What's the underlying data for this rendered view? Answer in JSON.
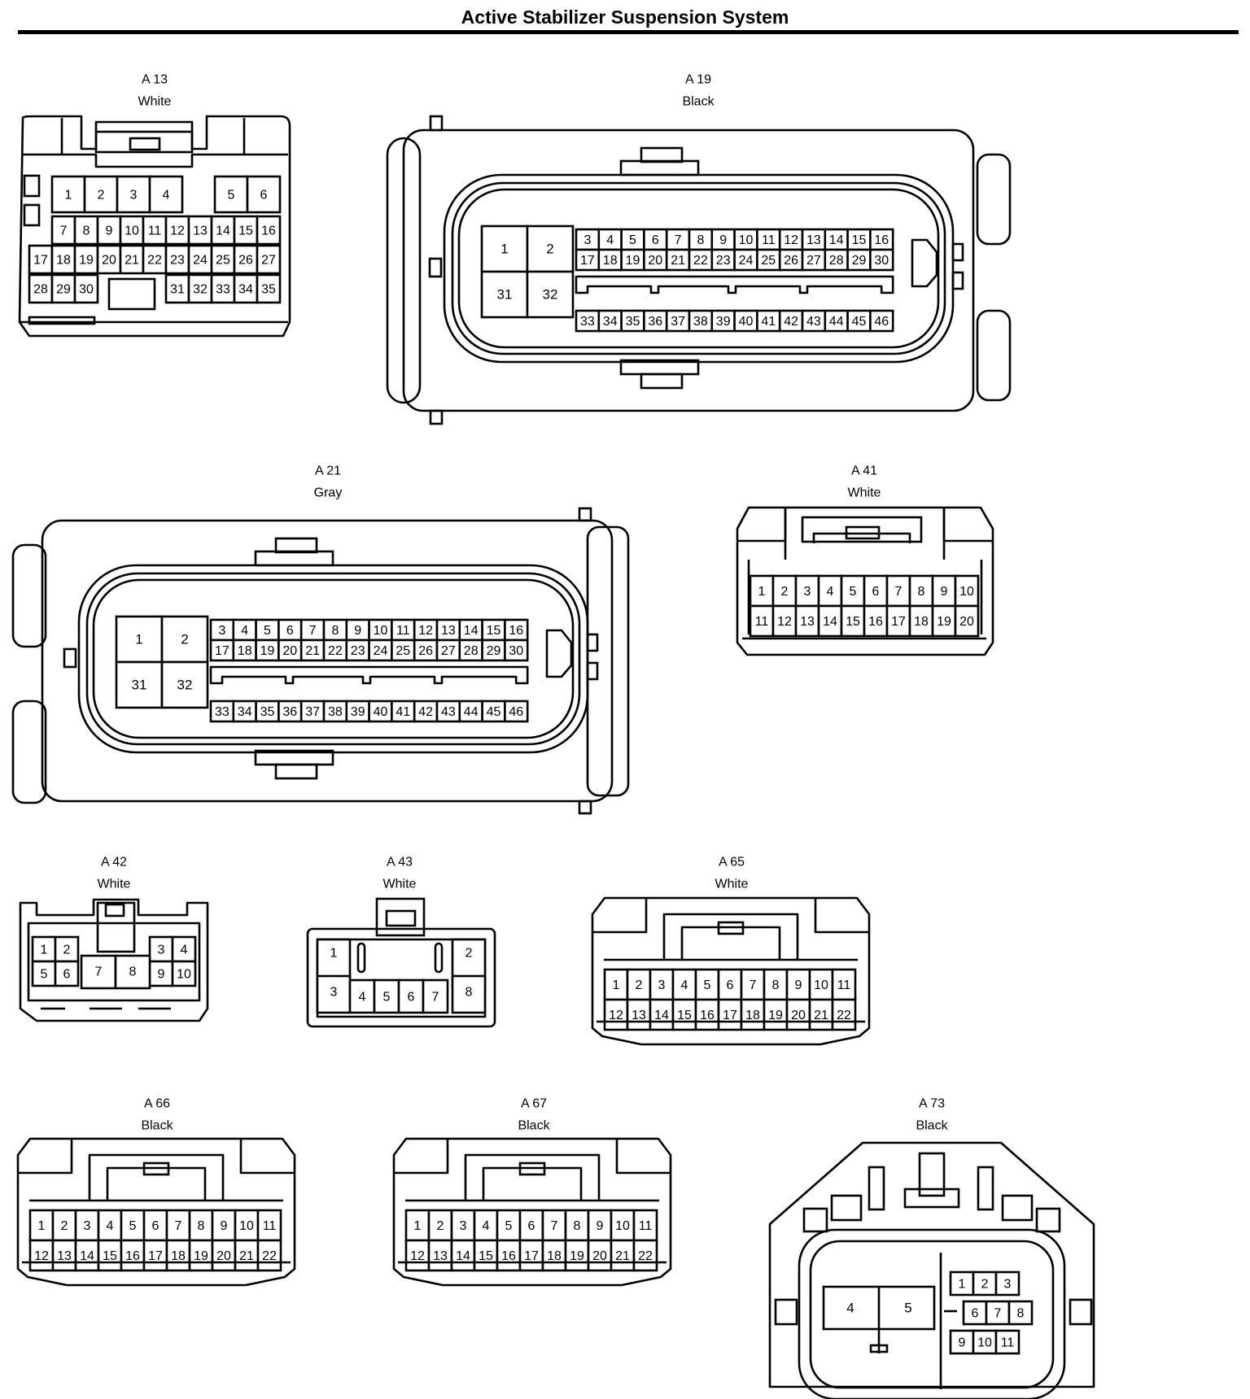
{
  "title": "Active Stabilizer Suspension System",
  "connectors": [
    {
      "id": "A 13",
      "color": "White",
      "pins": [
        [
          "1",
          "2",
          "3",
          "4",
          "5",
          "6"
        ],
        [
          "7",
          "8",
          "9",
          "10",
          "11",
          "12",
          "13",
          "14",
          "15",
          "16"
        ],
        [
          "17",
          "18",
          "19",
          "20",
          "21",
          "22",
          "23",
          "24",
          "25",
          "26",
          "27"
        ],
        [
          "28",
          "29",
          "30",
          "31",
          "32",
          "33",
          "34",
          "35"
        ]
      ]
    },
    {
      "id": "A 19",
      "color": "Black",
      "big_pins": [
        "1",
        "2",
        "31",
        "32"
      ],
      "pins": [
        [
          "3",
          "4",
          "5",
          "6",
          "7",
          "8",
          "9",
          "10",
          "11",
          "12",
          "13",
          "14",
          "15",
          "16"
        ],
        [
          "17",
          "18",
          "19",
          "20",
          "21",
          "22",
          "23",
          "24",
          "25",
          "26",
          "27",
          "28",
          "29",
          "30"
        ],
        [
          "33",
          "34",
          "35",
          "36",
          "37",
          "38",
          "39",
          "40",
          "41",
          "42",
          "43",
          "44",
          "45",
          "46"
        ]
      ]
    },
    {
      "id": "A 21",
      "color": "Gray",
      "big_pins": [
        "1",
        "2",
        "31",
        "32"
      ],
      "pins": [
        [
          "3",
          "4",
          "5",
          "6",
          "7",
          "8",
          "9",
          "10",
          "11",
          "12",
          "13",
          "14",
          "15",
          "16"
        ],
        [
          "17",
          "18",
          "19",
          "20",
          "21",
          "22",
          "23",
          "24",
          "25",
          "26",
          "27",
          "28",
          "29",
          "30"
        ],
        [
          "33",
          "34",
          "35",
          "36",
          "37",
          "38",
          "39",
          "40",
          "41",
          "42",
          "43",
          "44",
          "45",
          "46"
        ]
      ]
    },
    {
      "id": "A 41",
      "color": "White",
      "pins": [
        [
          "1",
          "2",
          "3",
          "4",
          "5",
          "6",
          "7",
          "8",
          "9",
          "10"
        ],
        [
          "11",
          "12",
          "13",
          "14",
          "15",
          "16",
          "17",
          "18",
          "19",
          "20"
        ]
      ]
    },
    {
      "id": "A 42",
      "color": "White",
      "pins": [
        [
          "1",
          "2",
          "3",
          "4"
        ],
        [
          "5",
          "6",
          "7",
          "8",
          "9",
          "10"
        ]
      ]
    },
    {
      "id": "A 43",
      "color": "White",
      "pins": [
        [
          "1",
          "2"
        ],
        [
          "3",
          "4",
          "5",
          "6",
          "7",
          "8"
        ]
      ]
    },
    {
      "id": "A 65",
      "color": "White",
      "pins": [
        [
          "1",
          "2",
          "3",
          "4",
          "5",
          "6",
          "7",
          "8",
          "9",
          "10",
          "11"
        ],
        [
          "12",
          "13",
          "14",
          "15",
          "16",
          "17",
          "18",
          "19",
          "20",
          "21",
          "22"
        ]
      ]
    },
    {
      "id": "A 66",
      "color": "Black",
      "pins": [
        [
          "1",
          "2",
          "3",
          "4",
          "5",
          "6",
          "7",
          "8",
          "9",
          "10",
          "11"
        ],
        [
          "12",
          "13",
          "14",
          "15",
          "16",
          "17",
          "18",
          "19",
          "20",
          "21",
          "22"
        ]
      ]
    },
    {
      "id": "A 67",
      "color": "Black",
      "pins": [
        [
          "1",
          "2",
          "3",
          "4",
          "5",
          "6",
          "7",
          "8",
          "9",
          "10",
          "11"
        ],
        [
          "12",
          "13",
          "14",
          "15",
          "16",
          "17",
          "18",
          "19",
          "20",
          "21",
          "22"
        ]
      ]
    },
    {
      "id": "A 73",
      "color": "Black",
      "pins": [
        [
          "1",
          "2",
          "3"
        ],
        [
          "4",
          "5"
        ],
        [
          "6",
          "7",
          "8"
        ],
        [
          "9",
          "10",
          "11"
        ]
      ]
    }
  ]
}
